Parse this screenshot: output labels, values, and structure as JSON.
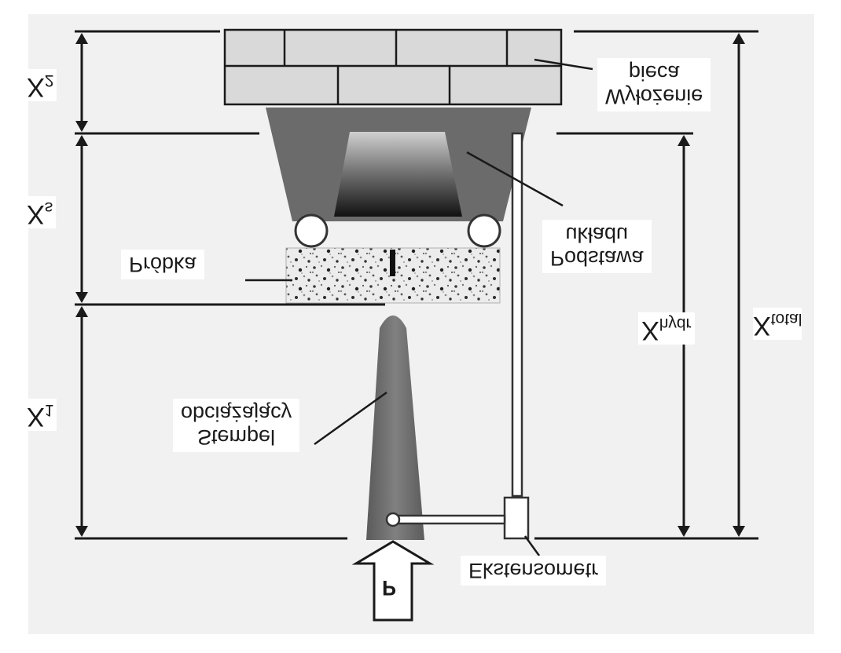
{
  "labels": {
    "lining": [
      "Wyłożenie",
      "pieca"
    ],
    "base": [
      "Podstawa",
      "układu"
    ],
    "sample": "Próbka",
    "punch": [
      "Stempel",
      "obciążający"
    ],
    "extensometer": "Ekstensometr",
    "force": "P"
  },
  "dimensions": {
    "x2": {
      "main": "X",
      "sub": "2"
    },
    "xs": {
      "main": "X",
      "sub": "s"
    },
    "x1": {
      "main": "X",
      "sub": "1"
    },
    "xhydr": {
      "main": "X",
      "sub": "hydr"
    },
    "xtotal": {
      "main": "X",
      "sub": "total"
    }
  },
  "colors": {
    "background": "#ffffff",
    "panel": "#f1f1f1",
    "line": "#1a1a1a",
    "brick": "#d9d9d9",
    "base": "#6b6b6b",
    "punch": "#6e6e6e"
  }
}
